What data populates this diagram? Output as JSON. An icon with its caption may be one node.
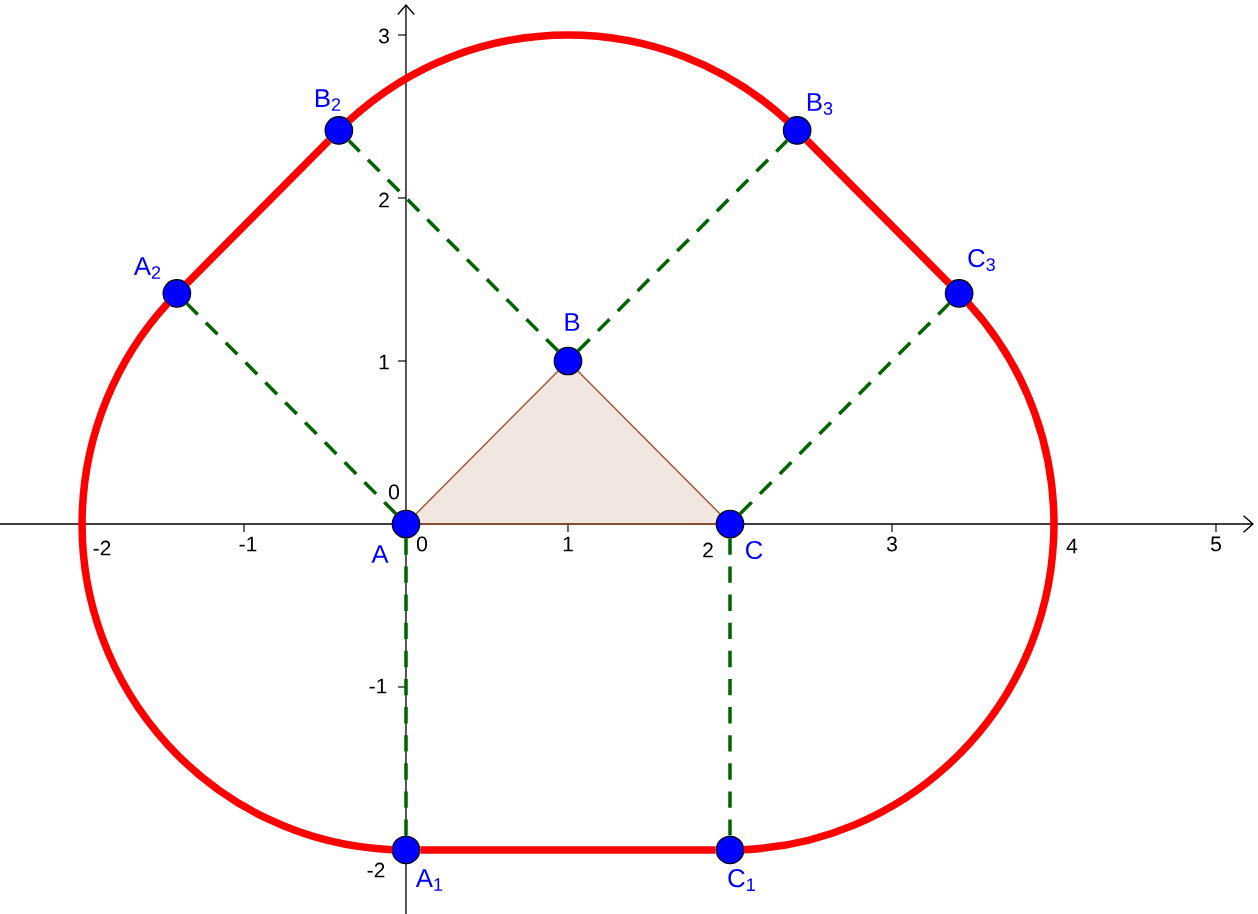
{
  "diagram": {
    "nodes": [
      {
        "text": [
          "A"
        ]
      },
      {
        "text": [
          "B"
        ]
      },
      {
        "text": [
          "C"
        ]
      },
      {
        "text": [
          "A$_{1}$"
        ]
      },
      {
        "text": [
          "C$_{1}$"
        ]
      },
      {
        "text": [
          "A$_{2}$"
        ]
      },
      {
        "text": [
          "B$_{2}$"
        ]
      },
      {
        "text": [
          "B$_{3}$"
        ]
      },
      {
        "text": [
          "C$_{3}$"
        ]
      }
    ],
    "edges": [
      {
        "from": 0,
        "to": 3,
        "arrow": "none",
        "style": "dashed",
        "color": "#006400"
      },
      {
        "from": 0,
        "to": 5,
        "arrow": "none",
        "style": "dashed",
        "color": "#006400"
      },
      {
        "from": 1,
        "to": 6,
        "arrow": "none",
        "style": "dashed",
        "color": "#006400"
      },
      {
        "from": 1,
        "to": 7,
        "arrow": "none",
        "style": "dashed",
        "color": "#006400"
      },
      {
        "from": 2,
        "to": 8,
        "arrow": "none",
        "style": "dashed",
        "color": "#006400"
      },
      {
        "from": 2,
        "to": 4,
        "arrow": "none",
        "style": "dashed",
        "color": "#006400"
      },
      {
        "from": 0,
        "to": 1,
        "arrow": "none",
        "color": "#a0522d"
      },
      {
        "from": 1,
        "to": 2,
        "arrow": "none",
        "color": "#a0522d"
      },
      {
        "from": 0,
        "to": 2,
        "arrow": "none",
        "color": "#a0522d"
      },
      {
        "from": 3,
        "to": 4,
        "arrow": "none",
        "style": "thick",
        "color": "#ff0000"
      },
      {
        "from": 5,
        "to": 6,
        "arrow": "none",
        "style": "thick",
        "color": "#ff0000"
      },
      {
        "from": 7,
        "to": 8,
        "arrow": "none",
        "style": "thick",
        "color": "#ff0000"
      },
      {
        "from": 3,
        "to": 5,
        "arrow": "none",
        "style": "thick",
        "color": "#ff0000"
      },
      {
        "from": 6,
        "to": 7,
        "arrow": "none",
        "style": "thick",
        "color": "#ff0000"
      },
      {
        "from": 8,
        "to": 4,
        "arrow": "none",
        "style": "thick",
        "color": "#ff0000"
      }
    ],
    "labels": [
      "3",
      "2",
      "1",
      "0",
      "-2",
      "-1",
      "0",
      "1",
      "2",
      "3",
      "4",
      "5",
      "-1",
      "-2"
    ]
  }
}
